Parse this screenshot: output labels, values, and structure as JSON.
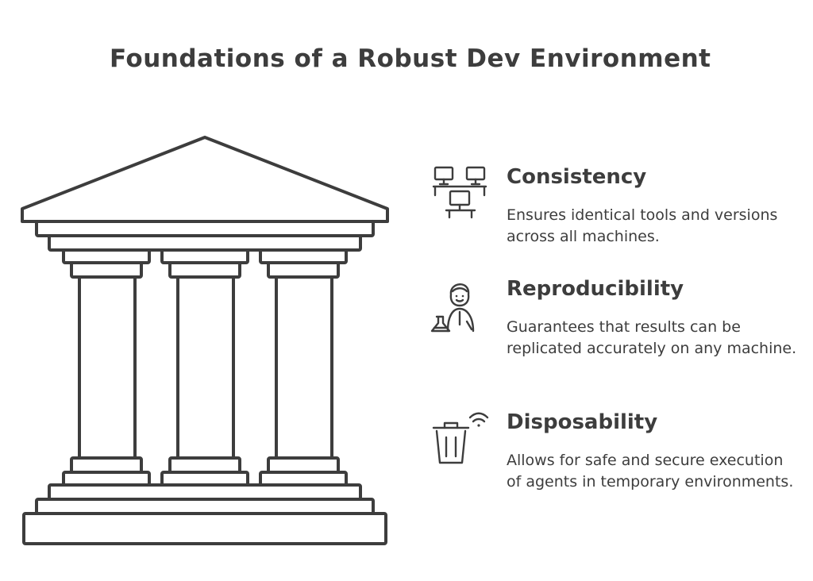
{
  "title": "Foundations of a Robust Dev Environment",
  "pillars": [
    {
      "heading": "Consistency",
      "description": "Ensures identical tools and versions across all machines.",
      "icon": "networked-computers-icon"
    },
    {
      "heading": "Reproducibility",
      "description": "Guarantees that results can be replicated accurately on any machine.",
      "icon": "scientist-icon"
    },
    {
      "heading": "Disposability",
      "description": "Allows for safe and secure execution of agents in temporary environments.",
      "icon": "smart-trash-bin-icon"
    }
  ],
  "colors": {
    "ink": "#3d3d3d",
    "background": "#ffffff"
  }
}
